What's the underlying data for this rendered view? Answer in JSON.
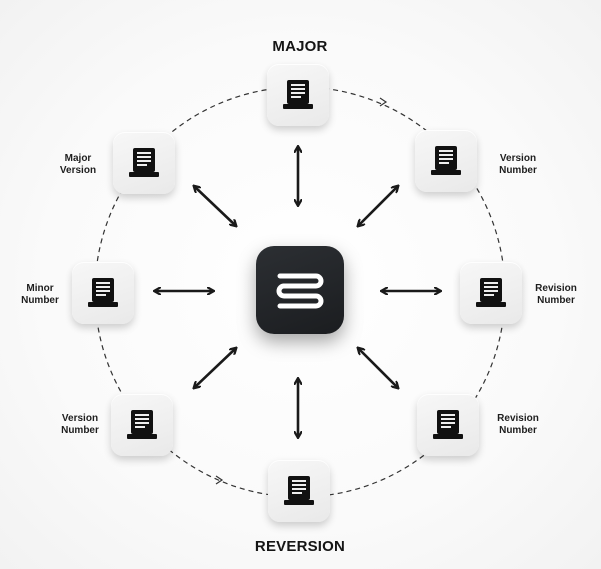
{
  "titles": {
    "top": "MAJOR",
    "bottom": "REVERSION"
  },
  "labels": {
    "top_left": [
      "Major",
      "Version"
    ],
    "top_right": [
      "Version",
      "Number"
    ],
    "left": [
      "Minor",
      "Number"
    ],
    "right": [
      "Revision",
      "Number"
    ],
    "bottom_left": [
      "Version",
      "Number"
    ],
    "bottom_right": [
      "Revision",
      "Number"
    ]
  },
  "icons": {
    "node": "document-monitor-icon",
    "hub": "stacked-bars-logo-icon"
  },
  "colors": {
    "hub": "#1f2124",
    "node": "#ececec",
    "icon": "#111111",
    "arrow": "#1a1a1a",
    "ring": "#333333"
  }
}
